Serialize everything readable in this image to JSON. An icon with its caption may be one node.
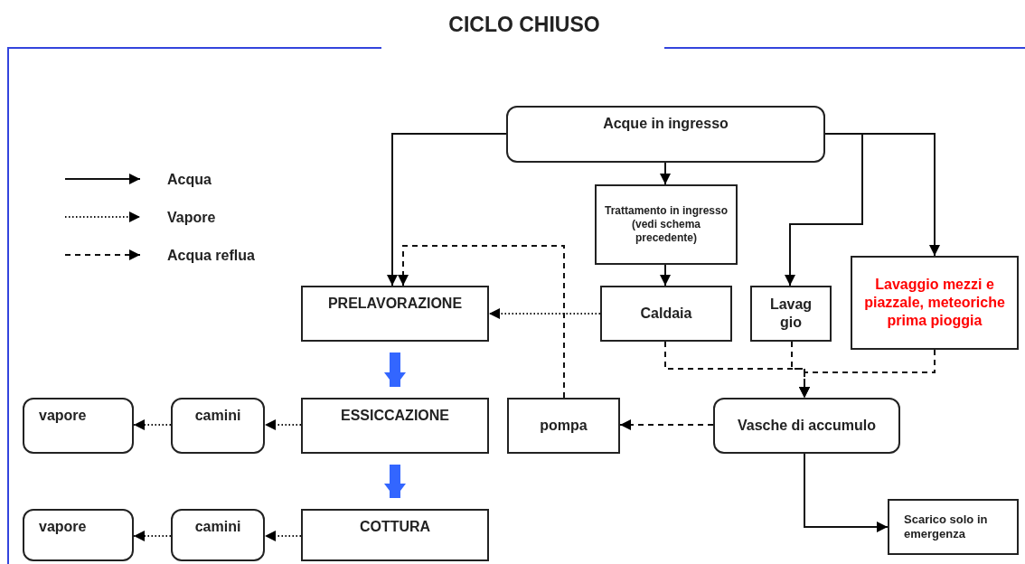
{
  "diagram": {
    "title": "CICLO CHIUSO",
    "nodes": [
      {
        "text": [
          "Acque in ingresso"
        ]
      },
      {
        "text": [
          "Trattamento in ingresso (vedi schema precedente)"
        ]
      },
      {
        "text": [
          "PRELAVORAZIONE"
        ]
      },
      {
        "text": [
          "Caldaia"
        ]
      },
      {
        "text": [
          "Lavag gio"
        ]
      },
      {
        "text": [
          "Lavaggio mezzi e piazzale, meteoriche prima pioggia"
        ]
      },
      {
        "text": [
          "vapore"
        ]
      },
      {
        "text": [
          "camini"
        ]
      },
      {
        "text": [
          "ESSICCAZIONE"
        ]
      },
      {
        "text": [
          "pompa"
        ]
      },
      {
        "text": [
          "Vasche di accumulo"
        ]
      },
      {
        "text": [
          "vapore"
        ]
      },
      {
        "text": [
          "camini"
        ]
      },
      {
        "text": [
          "COTTURA"
        ]
      },
      {
        "text": [
          "Scarico solo in emergenza"
        ]
      }
    ],
    "edges": [
      {
        "from": 0,
        "to": 1,
        "arrow": "to"
      },
      {
        "from": 1,
        "to": 3,
        "arrow": "to"
      },
      {
        "from": 0,
        "to": 2,
        "arrow": "to"
      },
      {
        "from": 0,
        "to": 4,
        "arrow": "to"
      },
      {
        "from": 0,
        "to": 5,
        "arrow": "to"
      },
      {
        "from": 3,
        "to": 2,
        "arrow": "to",
        "style": "dashed"
      },
      {
        "from": 9,
        "to": 2,
        "arrow": "to",
        "style": "dashed"
      },
      {
        "from": 3,
        "to": 10,
        "arrow": "to",
        "style": "dashed"
      },
      {
        "from": 4,
        "to": 10,
        "arrow": "to",
        "style": "dashed"
      },
      {
        "from": 5,
        "to": 10,
        "arrow": "to",
        "style": "dashed"
      },
      {
        "from": 10,
        "to": 9,
        "arrow": "to",
        "style": "dashed"
      },
      {
        "from": 10,
        "to": 14,
        "arrow": "to"
      },
      {
        "from": 8,
        "to": 7,
        "arrow": "to",
        "style": "dashed"
      },
      {
        "from": 7,
        "to": 6,
        "arrow": "to",
        "style": "dashed"
      },
      {
        "from": 13,
        "to": 12,
        "arrow": "to",
        "style": "dashed"
      },
      {
        "from": 12,
        "to": 11,
        "arrow": "to",
        "style": "dashed"
      },
      {
        "from": 2,
        "to": 8,
        "arrow": "to",
        "style": "thick",
        "color": "#3366ff"
      },
      {
        "from": 8,
        "to": 13,
        "arrow": "to",
        "style": "thick",
        "color": "#3366ff"
      }
    ],
    "legend": [
      {
        "text": "Acqua"
      },
      {
        "text": "Vapore"
      },
      {
        "text": "Acqua reflua"
      }
    ]
  }
}
